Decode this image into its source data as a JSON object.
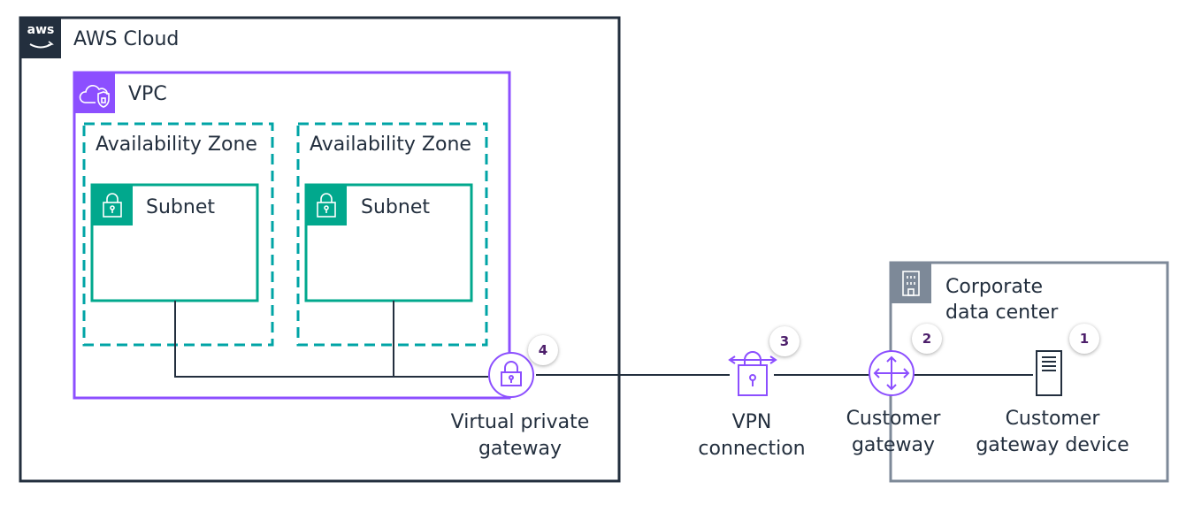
{
  "colors": {
    "aws_cloud_border": "#232f3e",
    "vpc_border": "#8c4fff",
    "availability_zone_border": "#00a4a6",
    "subnet_border": "#01a88d",
    "corporate_border": "#7d8998",
    "badge_text": "#4d1f6b"
  },
  "aws_cloud": {
    "label": "AWS Cloud",
    "logo_text": "aws",
    "icon": "aws-logo-icon"
  },
  "vpc": {
    "label": "VPC",
    "icon": "vpc-cloud-shield-icon"
  },
  "availability_zones": [
    {
      "label": "Availability Zone",
      "subnet": {
        "label": "Subnet",
        "icon": "lock-icon"
      }
    },
    {
      "label": "Availability Zone",
      "subnet": {
        "label": "Subnet",
        "icon": "lock-icon"
      }
    }
  ],
  "corporate_data_center": {
    "label_line1": "Corporate",
    "label_line2": "data center",
    "icon": "building-icon"
  },
  "nodes": {
    "virtual_private_gateway": {
      "line1": "Virtual private",
      "line2": "gateway",
      "badge": "4",
      "icon": "virtual-private-gateway-icon"
    },
    "vpn_connection": {
      "line1": "VPN",
      "line2": "connection",
      "badge": "3",
      "icon": "vpn-connection-icon"
    },
    "customer_gateway": {
      "line1": "Customer",
      "line2": "gateway",
      "badge": "2",
      "icon": "customer-gateway-icon"
    },
    "customer_gateway_device": {
      "line1": "Customer",
      "line2": "gateway device",
      "badge": "1",
      "icon": "server-icon"
    }
  }
}
